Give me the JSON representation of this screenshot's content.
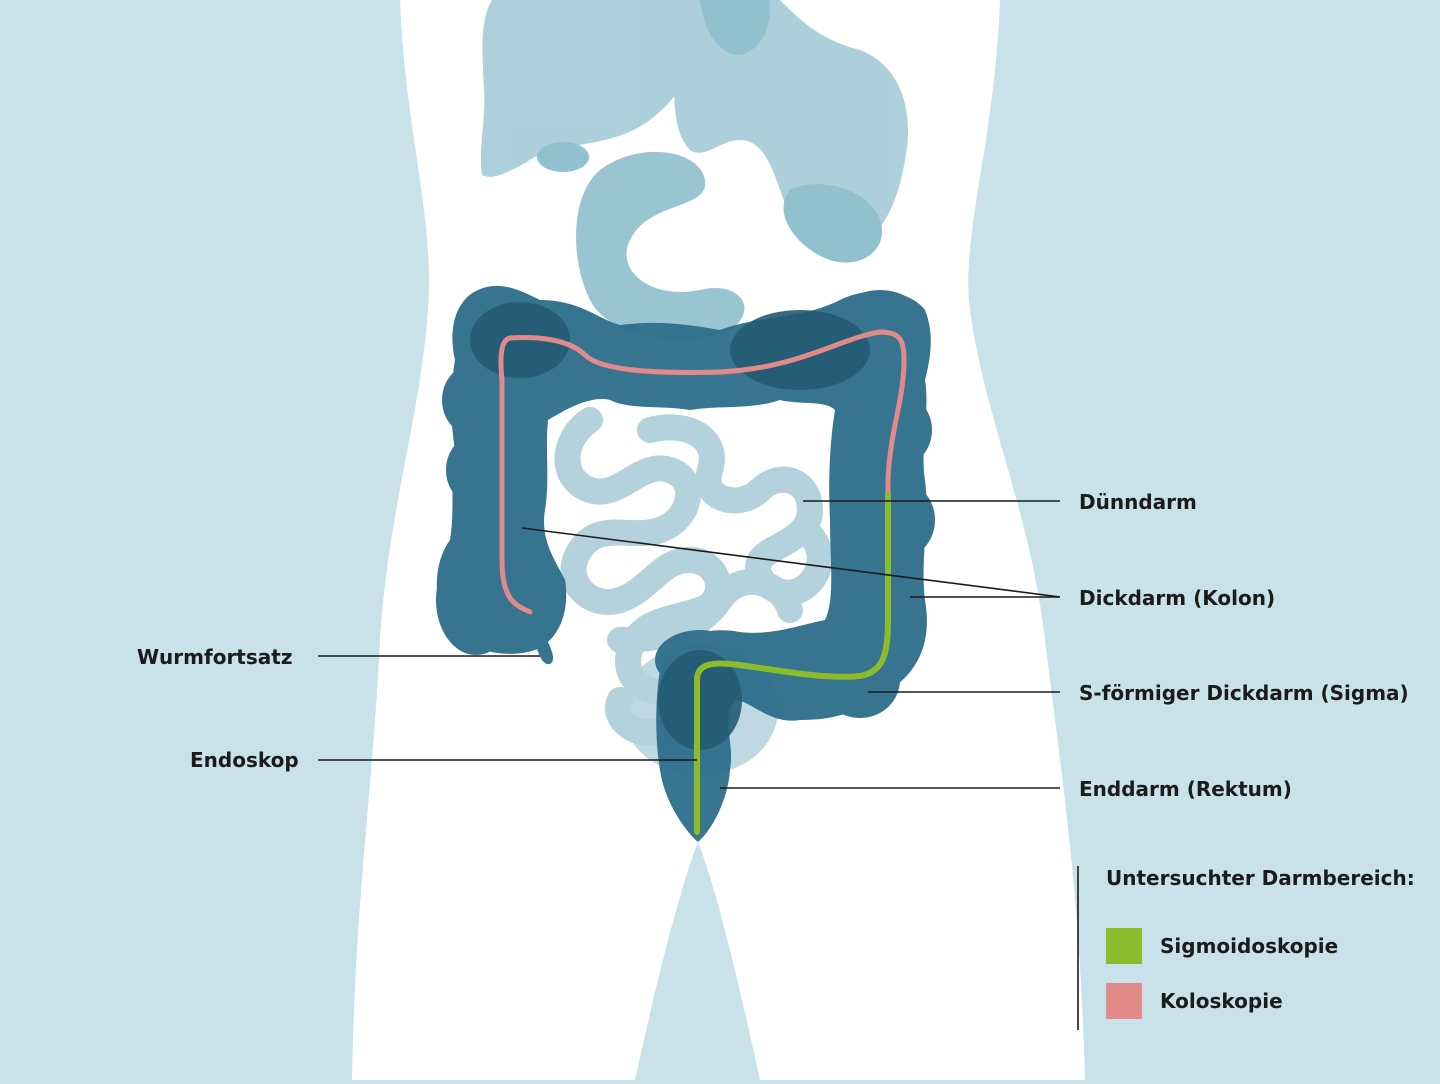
{
  "colors": {
    "background": "#c9e1e8",
    "body": "#ffffff",
    "upper_organs": "#a9cdd8",
    "small_intestine": "#b3d2dc",
    "colon": "#2f6f8c",
    "colon_dark": "#245a73",
    "colonoscopy": "#e08a8a",
    "sigmoidoscopy": "#8cbc2c",
    "leader_line": "#1b1b1b"
  },
  "labels": {
    "small_intestine": "Dünndarm",
    "colon": "Dickdarm (Kolon)",
    "sigmoid": "S-förmiger Dickdarm (Sigma)",
    "rectum": "Enddarm (Rektum)",
    "appendix": "Wurmfortsatz",
    "endoscope": "Endoskop"
  },
  "legend": {
    "title": "Untersuchter Darmbereich:",
    "items": [
      {
        "label": "Sigmoidoskopie",
        "color": "#8cbc2c"
      },
      {
        "label": "Koloskopie",
        "color": "#e08a8a"
      }
    ]
  }
}
